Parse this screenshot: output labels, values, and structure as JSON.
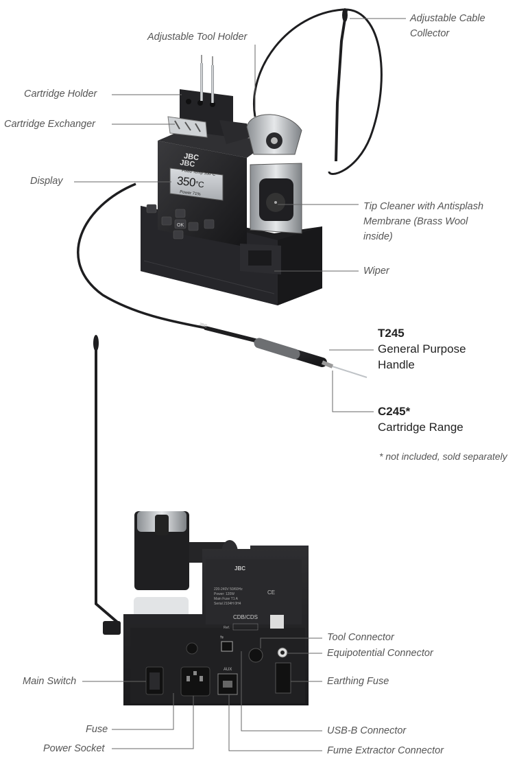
{
  "brand": "JBC",
  "display": {
    "setpoint_line": "Fixed Temp 350°C",
    "temperature": "350",
    "unit": "°C",
    "power_line": "Power 71%"
  },
  "front_labels": {
    "adjustable_cable_collector": [
      "Adjustable Cable",
      "Collector"
    ],
    "adjustable_tool_holder": "Adjustable Tool Holder",
    "cartridge_holder": "Cartridge Holder",
    "cartridge_exchanger": "Cartridge Exchanger",
    "display": "Display",
    "tip_cleaner": [
      "Tip Cleaner with Antisplash",
      "Membrane (Brass Wool",
      "inside)"
    ],
    "wiper": "Wiper"
  },
  "handle": {
    "model": "T245",
    "line1": "General Purpose",
    "line2": "Handle"
  },
  "cartridge": {
    "model": "C245*",
    "name": "Cartridge Range"
  },
  "footnote": "* not included, sold separately",
  "rear_panel": {
    "model": "CDB/CDS",
    "specs": [
      "220-240V 50/60Hz",
      "Power: 120W",
      "Main Fuse T1 A",
      "Serial 2104H 0H4"
    ],
    "aux": "AUX",
    "ref": "Ref."
  },
  "rear_labels": {
    "tool_connector": "Tool Connector",
    "equipotential_connector": "Equipotential Connector",
    "main_switch": "Main Switch",
    "earthing_fuse": "Earthing Fuse",
    "fuse": "Fuse",
    "usb_b_connector": "USB-B Connector",
    "power_socket": "Power Socket",
    "fume_extractor_connector": "Fume Extractor Connector"
  },
  "colors": {
    "body": "#2a2a2c",
    "body_dark": "#1b1b1d",
    "metal": "#b8bcc0",
    "leader": "#666666",
    "label_text": "#555555",
    "grip": "#6d6f72"
  }
}
